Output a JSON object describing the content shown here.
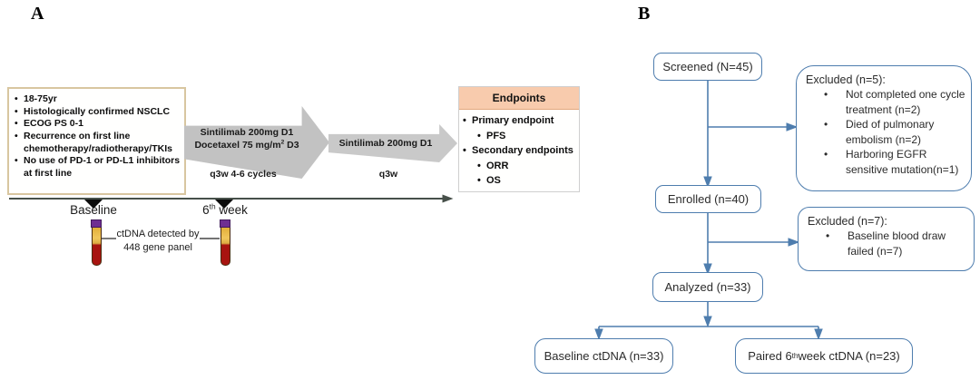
{
  "panelA": {
    "label": "A",
    "eligibility": {
      "items": [
        "18-75yr",
        "Histologically confirmed NSCLC",
        "ECOG PS 0-1",
        "Recurrence on first line chemotherapy/radiotherapy/TKIs",
        "No use of PD-1 or PD-L1 inhibitors at first line"
      ]
    },
    "arrow1": {
      "line1": "Sintilimab 200mg D1",
      "line2_pre": "Docetaxel 75 mg/m",
      "line2_sup": "2",
      "line2_post": " D3",
      "schedule": "q3w 4-6 cycles"
    },
    "arrow2": {
      "line1": "Sintilimab 200mg D1",
      "schedule": "q3w"
    },
    "endpoints": {
      "title": "Endpoints",
      "primary_label": "Primary endpoint",
      "primary_item": "PFS",
      "secondary_label": "Secondary endpoints",
      "secondary_item1": "ORR",
      "secondary_item2": "OS"
    },
    "timeline": {
      "baseline_label": "Baseline",
      "week6_pre": "6",
      "week6_sup": "th",
      "week6_post": " week",
      "ctdna_line1": "ctDNA detected by",
      "ctdna_line2": "448 gene panel"
    }
  },
  "panelB": {
    "label": "B",
    "screened": "Screened (N=45)",
    "excluded1": {
      "title": "Excluded (n=5):",
      "items": [
        "Not completed one cycle treatment (n=2)",
        "Died of pulmonary embolism (n=2)",
        "Harboring EGFR sensitive mutation(n=1)"
      ]
    },
    "enrolled": "Enrolled (n=40)",
    "excluded2": {
      "title": "Excluded (n=7):",
      "items": [
        "Baseline blood draw failed (n=7)"
      ]
    },
    "analyzed": "Analyzed (n=33)",
    "baseline_ctdna": "Baseline ctDNA (n=33)",
    "paired_pre": "Paired 6",
    "paired_sup": "th",
    "paired_post": " week ctDNA (n=23)"
  },
  "colors": {
    "blue": "#4e7dae",
    "peach": "#f8cbad",
    "tan": "#d8c6a0",
    "arrowgray": "#c2c2c2",
    "arrowgray2": "#c9c9c9",
    "linedark": "#47504a",
    "tubepurple": "#6f2e92",
    "tubered": "#a81410",
    "tubeamber": "#f1c65c"
  }
}
